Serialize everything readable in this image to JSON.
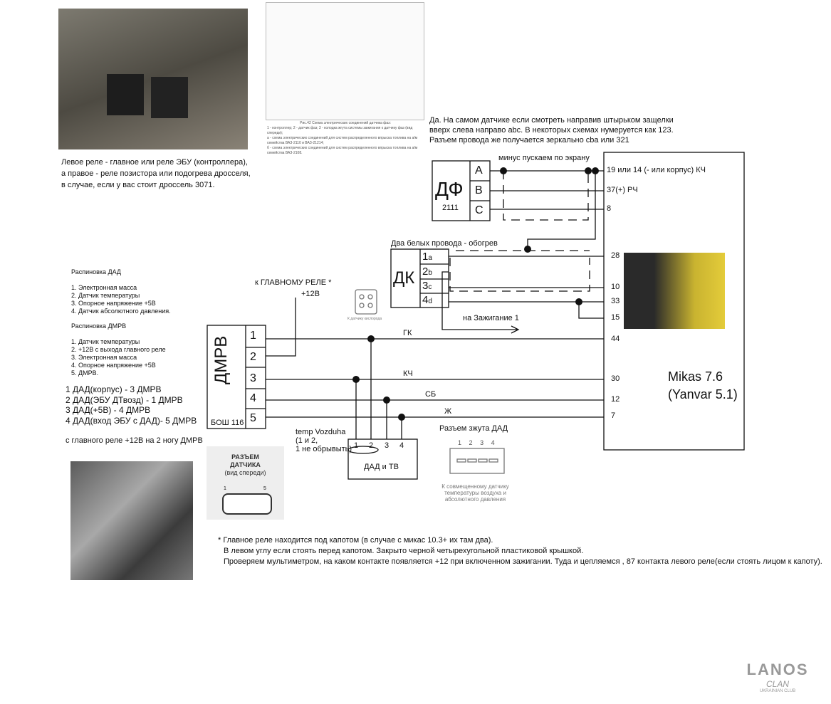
{
  "relay_photo": {
    "caption": [
      "Левое реле - главное или реле ЭБУ (контроллера),",
      "а правое - реле позистора или подогрева дросселя,",
      "в случае, если у вас стоит дроссель 3071."
    ]
  },
  "scan": {
    "caption": [
      "Рис.42 Схема электрических соединений датчика фаз:",
      "1 - контроллер; 2 - датчик фаз; 3 - колодка жгута системы зажигания к датчику фаз (вид спереди);",
      "а - схема электрических соединений для систем распределенного впрыска топлива на а/м семейства ВАЗ-2110 и ВАЗ-21214;",
      "б - схема электрических соединений для систем распределенного впрыска топлива на а/м семейства ВАЗ-2108."
    ]
  },
  "note_right": [
    "Да. На самом датчике если смотреть направив штырьком защелки",
    "вверх слева направо abc. В некоторых схемах нумеруется как 123.",
    "Разъем провода же получается зеркально cba или 321"
  ],
  "df": {
    "label": "ДФ",
    "model": "2111",
    "pins": [
      "A",
      "B",
      "C"
    ],
    "shield_note": "минус пускаем по экрану"
  },
  "dk": {
    "label": "ДК",
    "pins": [
      {
        "n": "1",
        "l": "a"
      },
      {
        "n": "2",
        "l": "b"
      },
      {
        "n": "3",
        "l": "c"
      },
      {
        "n": "4",
        "l": "d"
      }
    ],
    "heater_note": "Два белых провода - обогрев",
    "ignition_note": "на Зажигание 1"
  },
  "ecu": {
    "name": "Mikas 7.6",
    "alt": "(Yanvar 5.1)",
    "pins": [
      "19 или 14 (- или корпус) КЧ",
      "37(+) РЧ",
      "8",
      "28",
      "10",
      "33",
      "15",
      "44",
      "30",
      "12",
      "7"
    ]
  },
  "dmrv": {
    "label": "ДМРВ",
    "model": "БОШ 116",
    "pins": [
      "1",
      "2",
      "3",
      "4",
      "5"
    ],
    "relay_label": "к ГЛАВНОМУ РЕЛЕ *",
    "relay_voltage": "+12В"
  },
  "wires": {
    "gk": "ГК",
    "kch": "КЧ",
    "sb": "СБ",
    "zh": "Ж"
  },
  "dad": {
    "label": "ДАД и ТВ",
    "pins": [
      "1",
      "2",
      "3",
      "4"
    ],
    "temp_note": [
      "temp Vozduha",
      "(1 и 2,",
      "1 не обрывыть)"
    ]
  },
  "dad_pinout": {
    "title": "Распиновка ДАД",
    "items": [
      "1. Электронная масса",
      "2. Датчик температуры",
      "3. Опорное напряжение +5В",
      "4. Датчик абсолютного давления."
    ]
  },
  "dmrv_pinout": {
    "title": "Распиновка ДМРВ",
    "items": [
      "1. Датчик температуры",
      "2. +12В с выхода главного реле",
      "3. Электронная масса",
      "4. Опорное напряжение +5В",
      "5. ДМРВ."
    ]
  },
  "mapping": [
    "1 ДАД(корпус) - 3 ДМРВ",
    "2 ДАД(ЭБУ ДТвозд) - 1 ДМРВ",
    "3 ДАД(+5В) - 4 ДМРВ",
    "4 ДАД(вход ЭБУ с ДАД)- 5 ДМРВ"
  ],
  "relay_note": "с главного реле +12В на 2 ногу ДМРВ",
  "dad_harness": {
    "title": "Разъем зжута ДАД",
    "pins": [
      "1",
      "2",
      "3",
      "4"
    ],
    "caption": [
      "К совмещенному датчику",
      "температуры воздуха и",
      "абсолютного давления"
    ]
  },
  "connector_img": {
    "title": [
      "РАЗЪЕМ",
      "ДАТЧИКА",
      "(вид спереди)"
    ],
    "pin_first": "1",
    "pin_last": "5"
  },
  "o2_icon": {
    "caption": "К датчику кислорода"
  },
  "footnote": [
    "* Главное реле находится под капотом (в случае с микас 10.3+ их там два).",
    "В левом углу если стоять перед капотом. Закрыто черной четырехугольной пластиковой крышкой.",
    "Проверяем мультиметром, на каком контакте появляется +12 при включенном зажигании. Туда и цепляемся , 87 контакта левого реле(если стоять лицом к капоту)."
  ],
  "logo": {
    "text": "LANOS",
    "sub": "CLAN",
    "tag": "UKRAINIAN CLUB"
  }
}
